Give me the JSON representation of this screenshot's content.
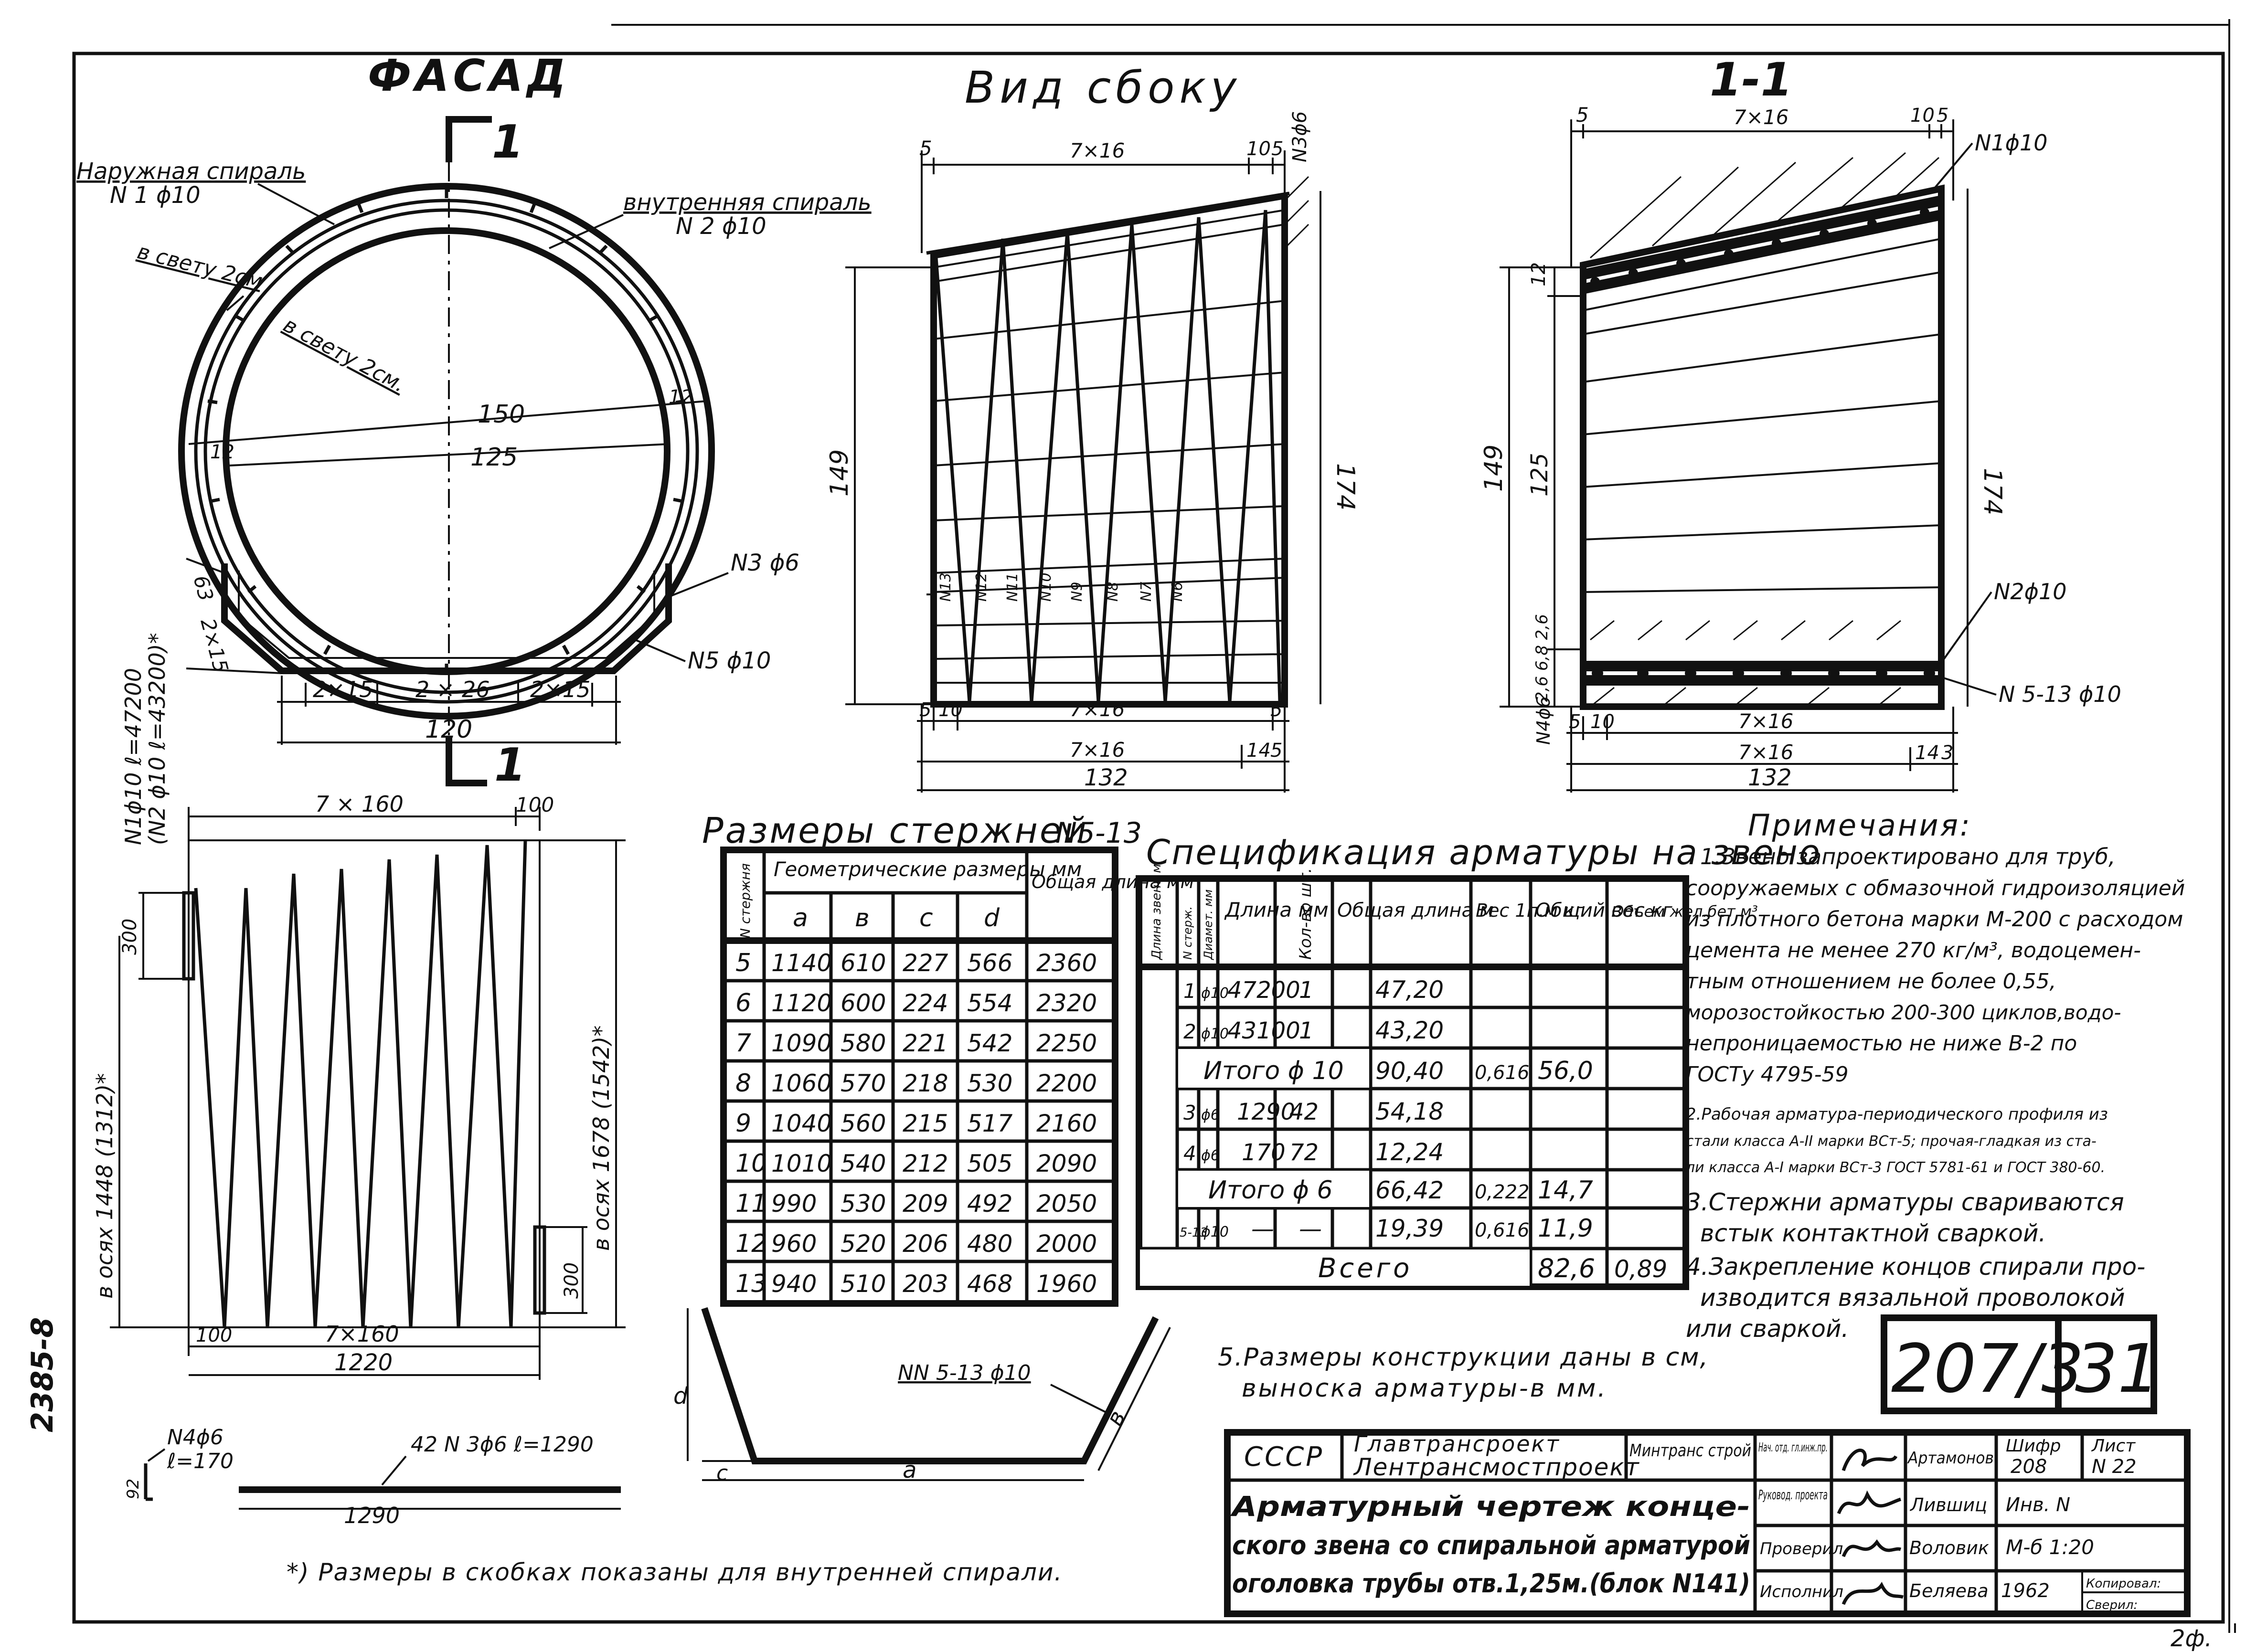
{
  "facade": {
    "title": "ФАСАД",
    "section_mark": "1",
    "outer_spiral_label": "Наружная спираль",
    "outer_spiral_spec": "N 1 ϕ10",
    "inner_spiral_label": "внутренняя спираль",
    "inner_spiral_spec": "N 2 ϕ10",
    "clear_outer": "в свету 2см",
    "clear_inner": "в свету 2см.",
    "dim_150": "150",
    "dim_125": "125",
    "dim_12a": "12",
    "dim_12b": "12",
    "dim_63": "63",
    "dim_2x15_side": "2×15",
    "dim_bottom_1": "2×15",
    "dim_bottom_2": "2 × 26",
    "dim_bottom_3": "2×15",
    "dim_120": "120",
    "bar_n3": "N3 ϕ6",
    "bar_n5": "N5 ϕ10",
    "spiral_length_1": "N1ϕ10  ℓ=47200",
    "spiral_length_2": "(N2 ϕ10  ℓ=43200)*"
  },
  "side_view": {
    "title": "Вид сбоку",
    "dim_top_5": "5",
    "dim_top_7x16": "7×16",
    "dim_top_10": "10",
    "dim_top_5b": "5",
    "bar_n3": "N3ϕ6",
    "dim_149": "149",
    "dim_174": "174",
    "dim_bot_5": "5",
    "dim_bot_10": "10",
    "dim_bot_7x16": "7×16",
    "dim_bot_5b": "5",
    "dim_row2_7x16": "7×16",
    "dim_row2_14": "14",
    "dim_row2_5": "5",
    "dim_132": "132",
    "bar_labels": [
      "N13",
      "N12",
      "N11",
      "N10",
      "N9",
      "N8",
      "N7",
      "N6"
    ]
  },
  "section_1_1": {
    "title": "1-1",
    "dim_top_5": "5",
    "dim_top_7x16": "7×16",
    "dim_top_10": "10",
    "dim_top_5b": "5",
    "bar_n1": "N1ϕ10",
    "dim_12": "12",
    "dim_149": "149",
    "dim_125": "125",
    "dim_174": "174",
    "dim_stack": "2,6 6,8 2,6",
    "bar_n2": "N2ϕ10",
    "bar_n4": "N4ϕ6",
    "bar_n5_13": "N 5-13 ϕ10",
    "dim_bot_5": "5",
    "dim_bot_10": "10",
    "dim_bot_7x16": "7×16",
    "dim_row2_7x16": "7×16",
    "dim_row2_14": "14",
    "dim_row2_3": "3",
    "dim_132": "132"
  },
  "spiral_unrolled": {
    "dim_top": "7 × 160",
    "dim_100_top": "100",
    "dim_300_left": "300",
    "dim_300_right": "300",
    "axis_left": "в осях 1448 (1312)*",
    "axis_right": "в осях 1678 (1542)*",
    "dim_100_bottom": "100",
    "dim_bottom": "7×160",
    "dim_1220": "1220"
  },
  "bar_n4": {
    "label": "N4ϕ6",
    "length": "ℓ=170",
    "dim_side": "92"
  },
  "bar_n3": {
    "label": "42 N 3ϕ6 ℓ=1290",
    "dim": "1290"
  },
  "bent_bar": {
    "label": "NN 5-13 ϕ10",
    "a": "a",
    "b": "в",
    "c": "c",
    "d": "d"
  },
  "bar_sizes_table": {
    "title": "Размеры стержней",
    "subtitle": "N5-13",
    "col_bar": "N стержня",
    "col_geom": "Геометрические размеры  мм",
    "col_a": "a",
    "col_b": "в",
    "col_c": "c",
    "col_d": "d",
    "col_total": "Общая длина мм",
    "rows": [
      {
        "n": "5",
        "a": "1140",
        "b": "610",
        "c": "227",
        "d": "566",
        "total": "2360"
      },
      {
        "n": "6",
        "a": "1120",
        "b": "600",
        "c": "224",
        "d": "554",
        "total": "2320"
      },
      {
        "n": "7",
        "a": "1090",
        "b": "580",
        "c": "221",
        "d": "542",
        "total": "2250"
      },
      {
        "n": "8",
        "a": "1060",
        "b": "570",
        "c": "218",
        "d": "530",
        "total": "2200"
      },
      {
        "n": "9",
        "a": "1040",
        "b": "560",
        "c": "215",
        "d": "517",
        "total": "2160"
      },
      {
        "n": "10",
        "a": "1010",
        "b": "540",
        "c": "212",
        "d": "505",
        "total": "2090"
      },
      {
        "n": "11",
        "a": "990",
        "b": "530",
        "c": "209",
        "d": "492",
        "total": "2050"
      },
      {
        "n": "12",
        "a": "960",
        "b": "520",
        "c": "206",
        "d": "480",
        "total": "2000"
      },
      {
        "n": "13",
        "a": "940",
        "b": "510",
        "c": "203",
        "d": "468",
        "total": "1960"
      }
    ]
  },
  "spec_table": {
    "title": "Спецификация арматуры на звено",
    "col_length": "Длина звена м",
    "col_bar": "N стерж.",
    "col_diam": "Диамет. мм",
    "col_len": "Длина мм",
    "col_qty": "Кол-во шт.",
    "col_total_len": "Общая длина м",
    "col_weight_1m": "Вес 1п.м кг",
    "col_total_weight": "Общий вес кг",
    "col_volume": "Объем жел.бет м³",
    "rows": [
      {
        "bar": "1",
        "diam": "ϕ10",
        "len": "47200",
        "qty": "1",
        "total": "47,20"
      },
      {
        "bar": "2",
        "diam": "ϕ10",
        "len": "43100",
        "qty": "1",
        "total": "43,20"
      }
    ],
    "subtotal_10": {
      "label": "Итого ϕ 10",
      "total": "90,40",
      "w1m": "0,616",
      "weight": "56,0"
    },
    "rows_6": [
      {
        "bar": "3",
        "diam": "ϕ6",
        "len": "1290",
        "qty": "42",
        "total": "54,18"
      },
      {
        "bar": "4",
        "diam": "ϕ6",
        "len": "170",
        "qty": "72",
        "total": "12,24"
      }
    ],
    "subtotal_6": {
      "label": "Итого ϕ 6",
      "total": "66,42",
      "w1m": "0,222",
      "weight": "14,7"
    },
    "row_5_13": {
      "bar": "5-13",
      "diam": "ϕ10",
      "len": "—",
      "qty": "—",
      "total": "19,39",
      "w1m": "0,616",
      "weight": "11,9"
    },
    "grand_total": {
      "label": "Всего",
      "weight": "82,6",
      "volume": "0,89"
    }
  },
  "notes": {
    "title": "Примечания:",
    "lines": [
      "1.Звено запроектировано для труб,",
      "сооружаемых с обмазочной гидроизоляцией",
      "из плотного бетона марки М-200 с расходом",
      "цемента не менее 270 кг/м³,  водоцемен-",
      "тным отношением не более 0,55,",
      "морозостойкостью 200-300 циклов,водо-",
      "непроницаемостью не ниже В-2 по",
      "ГОСТу 4795-59",
      "2.Рабочая арматура-периодического профиля из",
      "стали класса А-II марки ВСт-5; прочая-гладкая из ста-",
      "ли класса А-I марки ВСт-3 ГОСТ 5781-61 и ГОСТ 380-60.",
      "3.Стержни арматуры свариваются",
      "встык контактной сваркой.",
      "4.Закрепление концов спирали про-",
      "изводится вязальной проволокой",
      "или сваркой."
    ],
    "note5_line1": "5.Размеры конструкции даны в  см,",
    "note5_line2": "выноска  арматуры-в  мм."
  },
  "footnote": "*) Размеры в  скобках  показаны для внутренней  спирали.",
  "stamp": {
    "number_a": "207/3",
    "number_b": "31",
    "ussr": "СССР",
    "org1": "Главтрансроект",
    "org2": "Лентрансмостпроект",
    "ministry": "Минтранс строй",
    "title_lines": [
      "Арматурный чертеж концe-",
      "ского звена со спиральной арматурой",
      "оголовка трубы отв.1,25м.(блок N141)"
    ],
    "role1": "Нач. отд. гл.инж.пр.",
    "role2": "Руковод. проекта",
    "role3": "Проверил",
    "role4": "Исполнил",
    "name1": "Артамонов",
    "name2": "Лившиц",
    "name3": "Воловик",
    "name4": "Беляева",
    "code_label": "Шифр",
    "code": "208",
    "sheet_label": "Лист",
    "sheet": "N 22",
    "inv": "Инв. N",
    "scale": "М-б 1:20",
    "year": "1962",
    "copy": "Копировал:",
    "check": "Сверил:"
  },
  "side_stamp": "2385-8",
  "sheet_count": "2ф."
}
